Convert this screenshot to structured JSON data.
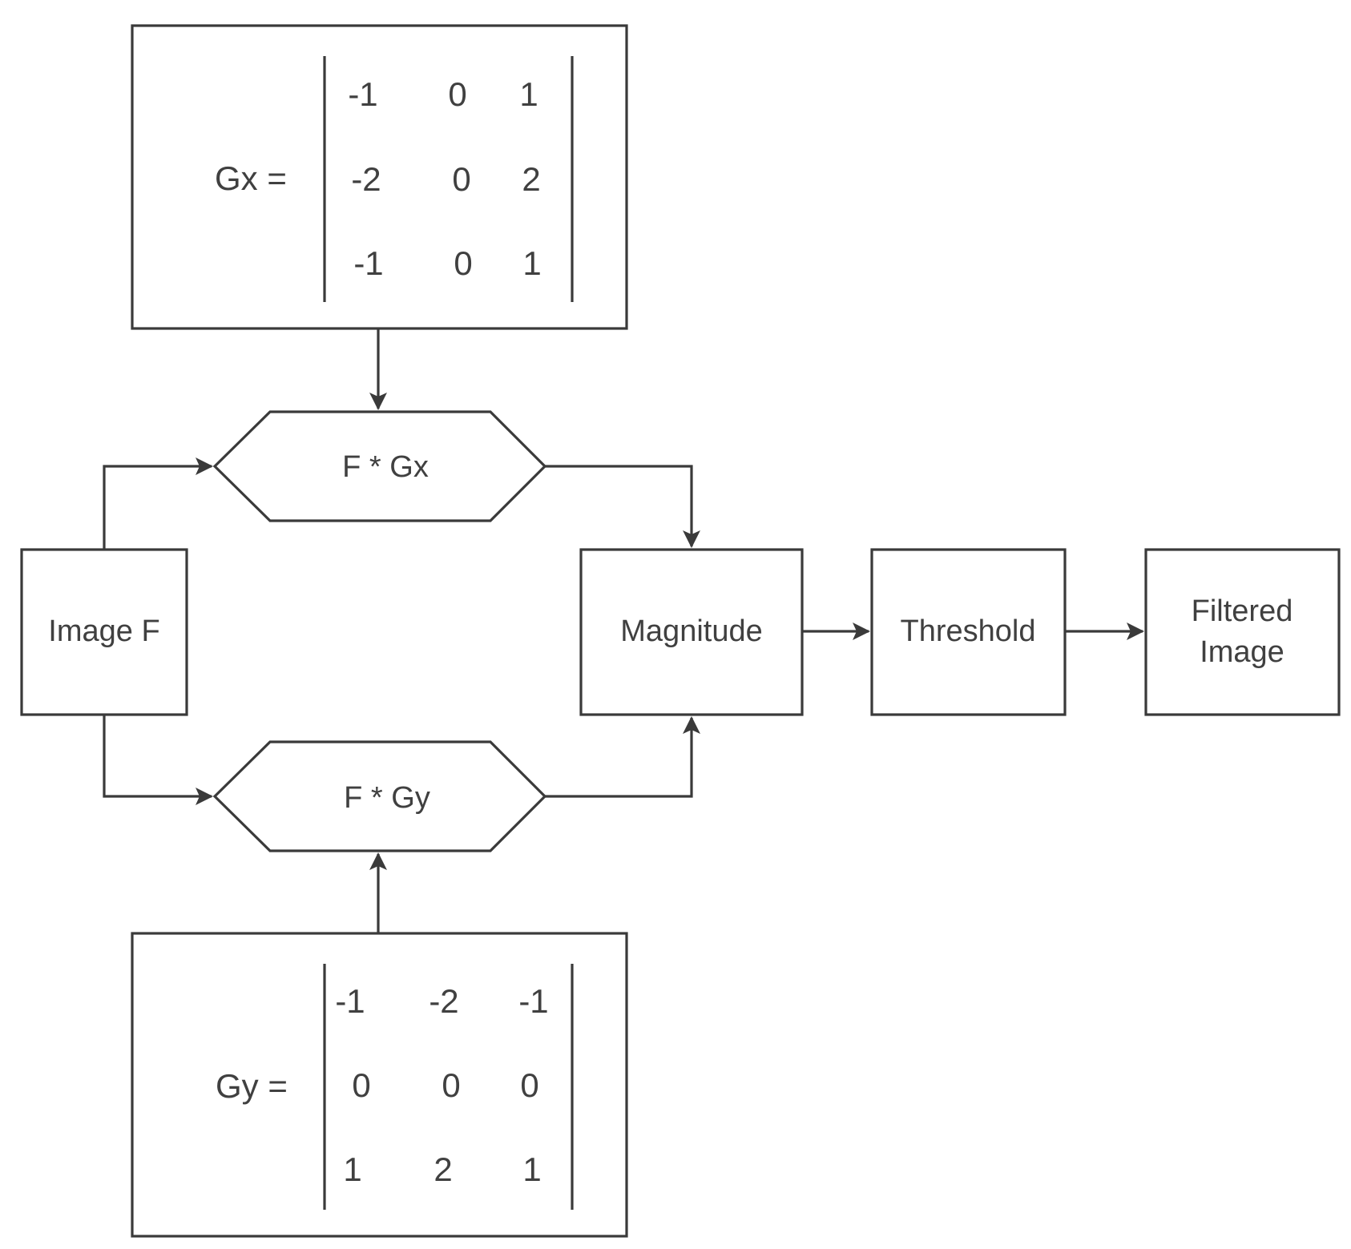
{
  "gx": {
    "label": "Gx =",
    "rows": [
      [
        "-1",
        "0",
        "1"
      ],
      [
        "-2",
        "0",
        "2"
      ],
      [
        "-1",
        "0",
        "1"
      ]
    ]
  },
  "gy": {
    "label": "Gy =",
    "rows": [
      [
        "-1",
        "-2",
        "-1"
      ],
      [
        "0",
        "0",
        "0"
      ],
      [
        "1",
        "2",
        "1"
      ]
    ]
  },
  "conv_x": "F * Gx",
  "conv_y": "F * Gy",
  "image_f": "Image F",
  "magnitude": "Magnitude",
  "threshold": "Threshold",
  "filtered": {
    "line1": "Filtered",
    "line2": "Image"
  },
  "colors": {
    "stroke": "#3a3a3a",
    "text": "#404040",
    "background": "#ffffff"
  }
}
